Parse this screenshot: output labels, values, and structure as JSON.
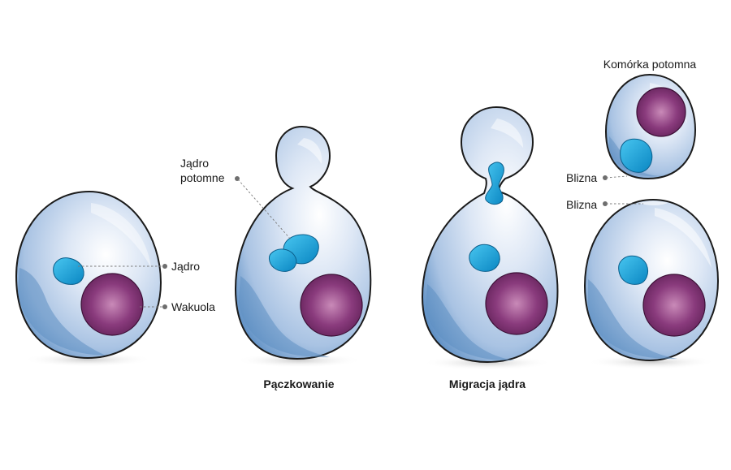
{
  "labels": {
    "nucleus": "Jądro",
    "vacuole": "Wakuola",
    "daughter_nucleus_line1": "Jądro",
    "daughter_nucleus_line2": "potomne",
    "scar_top": "Blizna",
    "scar_bottom": "Blizna",
    "daughter_cell": "Komórka potomna"
  },
  "captions": {
    "budding": "Pączkowanie",
    "nuclear_migration": "Migracja jądra"
  },
  "colors": {
    "cell_fill": "#c6d6ec",
    "cell_shadow": "#6f98c8",
    "nucleus": "#1aa3d9",
    "vacuole": "#7a2f6e",
    "outline": "#1b1b1b"
  }
}
